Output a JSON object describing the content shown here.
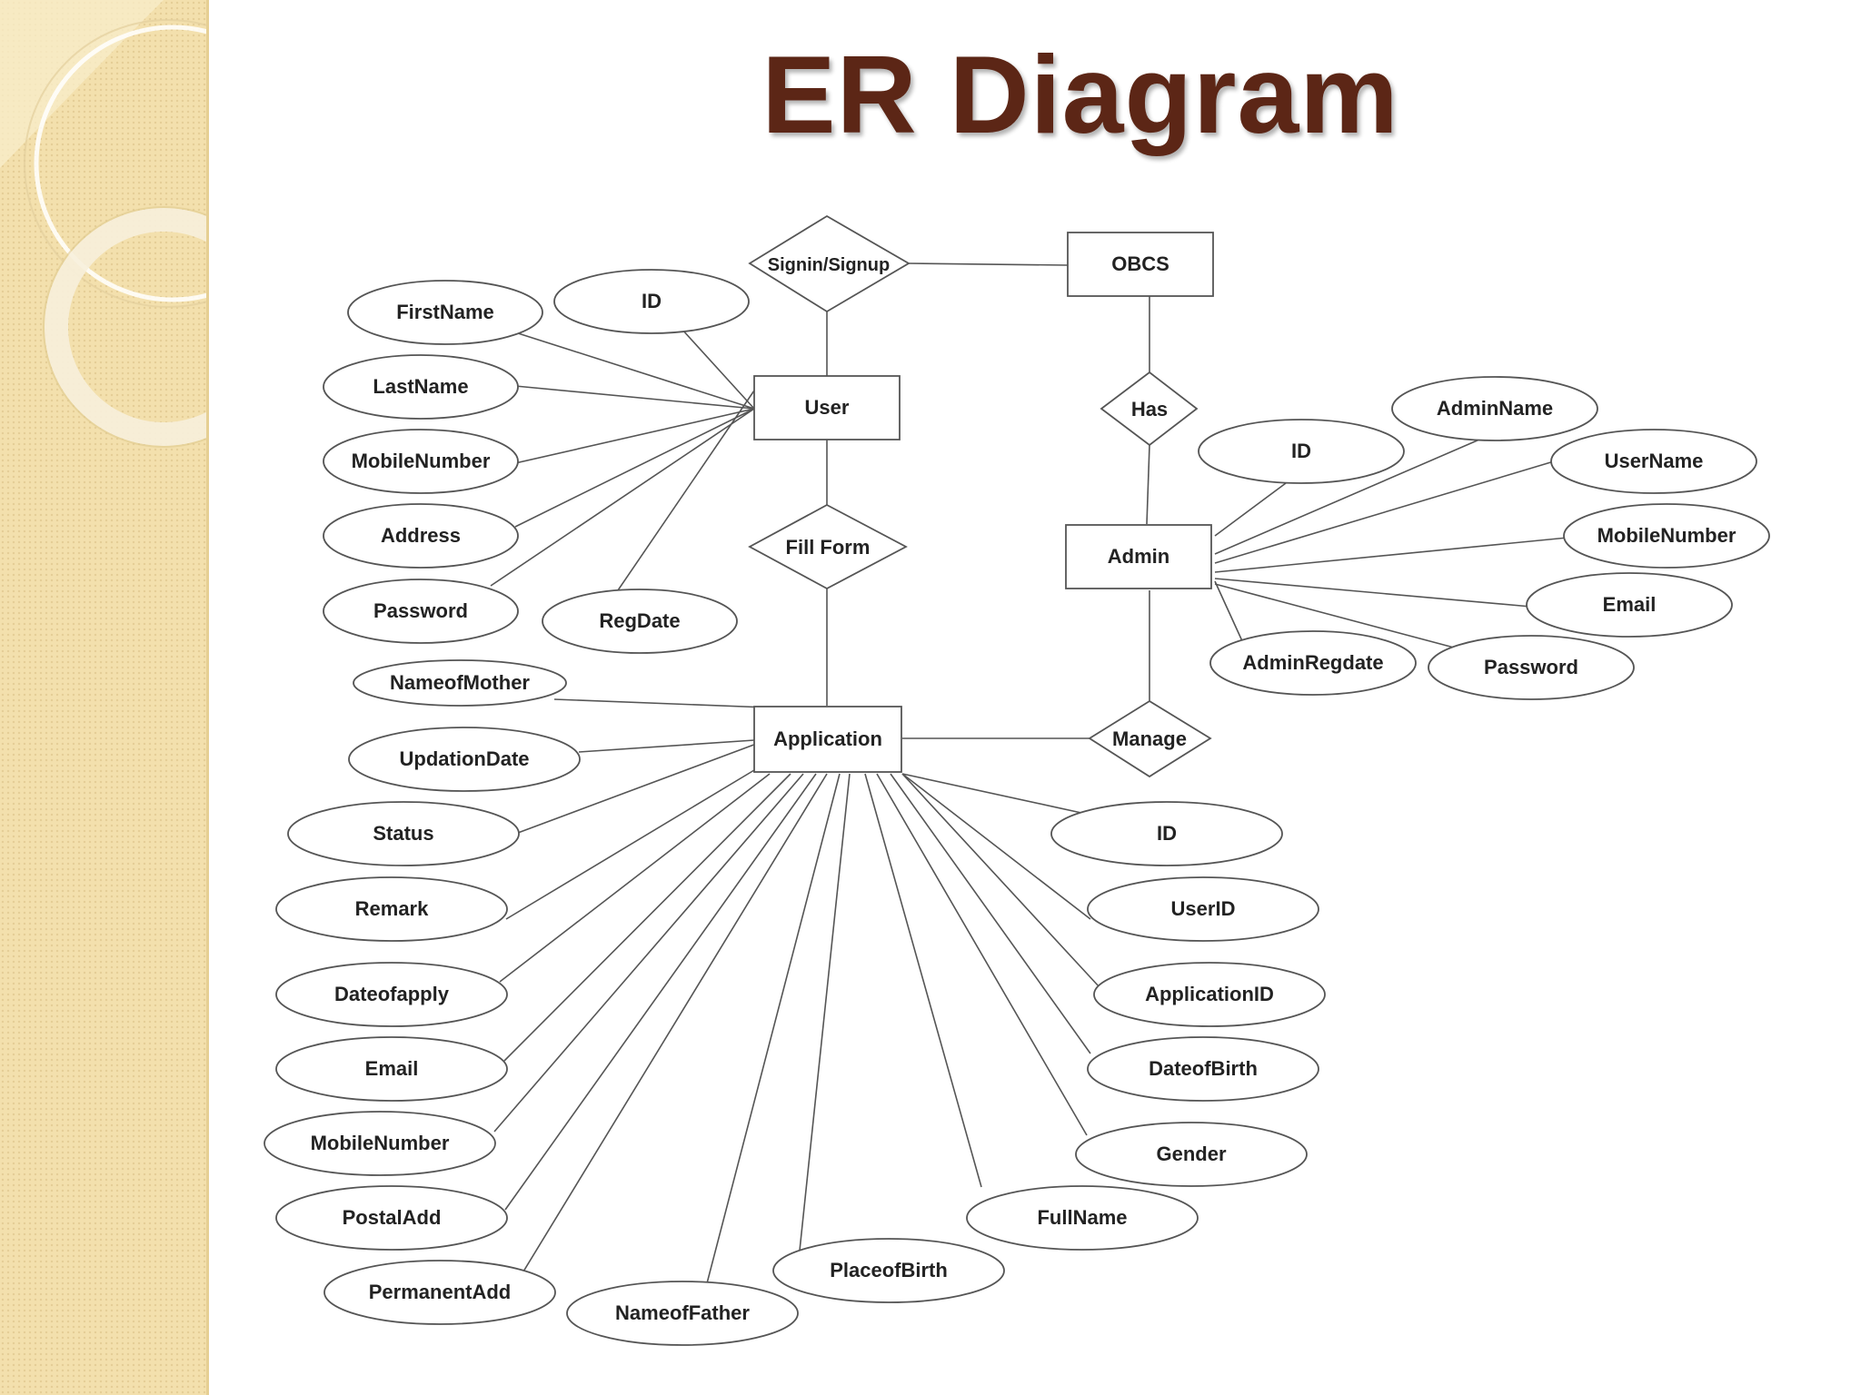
{
  "slide": {
    "title": "ER Diagram"
  },
  "diagram": {
    "entities": {
      "obcs": "OBCS",
      "user": "User",
      "admin": "Admin",
      "application": "Application"
    },
    "relationships": {
      "signin": "Signin/Signup",
      "fillform": "Fill Form",
      "has": "Has",
      "manage": "Manage"
    },
    "user_attributes": {
      "firstname": "FirstName",
      "id": "ID",
      "lastname": "LastName",
      "mobilenumber": "MobileNumber",
      "address": "Address",
      "password": "Password",
      "regdate": "RegDate"
    },
    "admin_attributes": {
      "adminname": "AdminName",
      "id": "ID",
      "username": "UserName",
      "mobilenumber": "MobileNumber",
      "email": "Email",
      "adminregdate": "AdminRegdate",
      "password": "Password"
    },
    "application_attributes": {
      "nameofmother": "NameofMother",
      "updationdate": "UpdationDate",
      "status": "Status",
      "remark": "Remark",
      "dateofapply": "Dateofapply",
      "email": "Email",
      "mobilenumber": "MobileNumber",
      "postaladd": "PostalAdd",
      "permanentadd": "PermanentAdd",
      "nameoffather": "NameofFather",
      "placeofbirth": "PlaceofBirth",
      "fullname": "FullName",
      "gender": "Gender",
      "dateofbirth": "DateofBirth",
      "applicationid": "ApplicationID",
      "userid": "UserID",
      "id": "ID"
    }
  }
}
